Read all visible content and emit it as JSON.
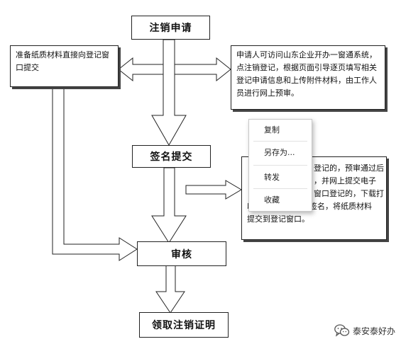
{
  "flowchart": {
    "step_apply": "注销申请",
    "step_sign": "签名提交",
    "step_review": "审核",
    "step_certificate": "领取注销证明",
    "left_note": "准备纸质材料直接向登记窗口提交",
    "right_note_top": "申请人可访问山东企业开办一窗通系统，点注销登记，根据页面引导逐页填写相关登记申请信息和上传附件材料，由工作人员进行网上预审。",
    "right_note_bottom_visible": [
      "登记的，预审通过后",
      "，并网上提交电子",
      "窗口登记的，下载打",
      "印登记材料，手写签名，将纸质材料",
      "提交到登记窗口。"
    ]
  },
  "context_menu": {
    "items": [
      "复制",
      "另存为...",
      "转发",
      "收藏"
    ]
  },
  "watermark": {
    "text": "泰安泰好办",
    "icon": "wechat-icon"
  },
  "colors": {
    "border": "#222222",
    "arrow_fill": "#ffffff",
    "menu_border": "#c8c8c8"
  }
}
